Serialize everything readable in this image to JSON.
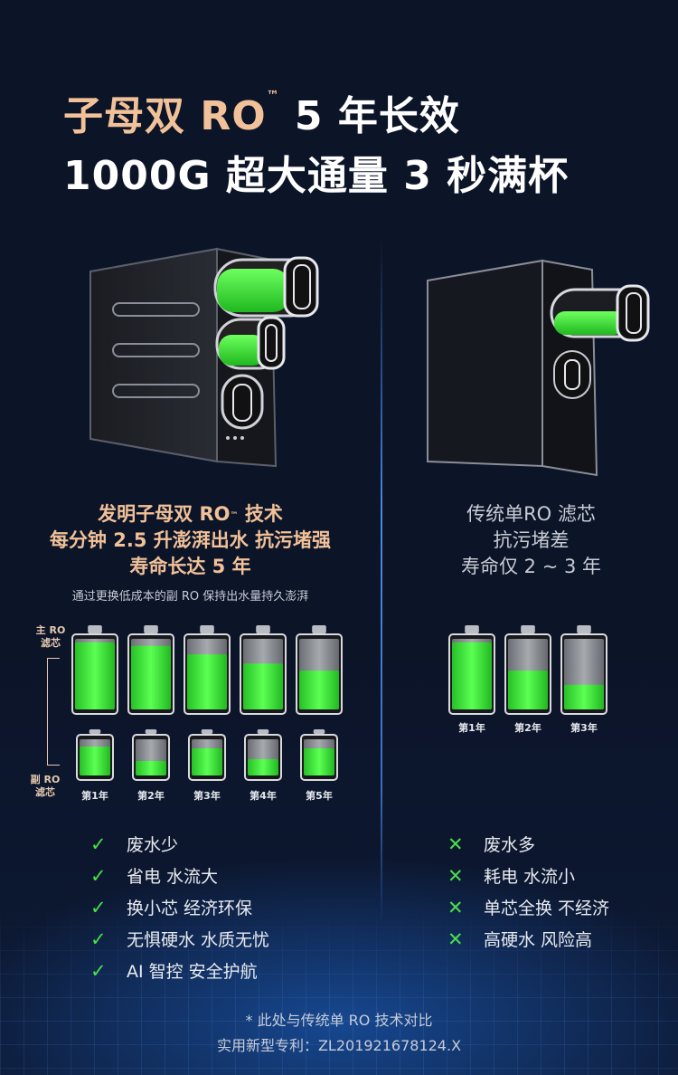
{
  "headline": {
    "line1_gold": "子母双 RO",
    "line1_tm": "™",
    "line1_rest": " 5 年长效",
    "line2": "1000G 超大通量 3 秒满杯"
  },
  "left": {
    "title_line1_a": "发明子母双 RO",
    "title_line1_tm": "™",
    "title_line1_b": " 技术",
    "title_line2": "每分钟 2.5 升澎湃出水 抗污堵强",
    "title_line3": "寿命长达 5 年",
    "note": "通过更换低成本的副 RO 保持出水量持久澎湃",
    "row_main_label": "主 RO 滤芯",
    "row_sub_label": "副 RO 滤芯",
    "years": [
      "第1年",
      "第2年",
      "第3年",
      "第4年",
      "第5年"
    ],
    "main_levels": [
      0.95,
      0.9,
      0.78,
      0.65,
      0.55
    ],
    "sub_levels": [
      0.8,
      0.4,
      0.75,
      0.45,
      0.75
    ],
    "features": [
      "废水少",
      "省电 水流大",
      "换小芯 经济环保",
      "无惧硬水 水质无忧",
      "AI 智控 安全护航"
    ],
    "feature_icon": "check-icon"
  },
  "right": {
    "title_line1": "传统单RO 滤芯",
    "title_line2": "抗污堵差",
    "title_line3": "寿命仅 2 ~ 3 年",
    "years": [
      "第1年",
      "第2年",
      "第3年"
    ],
    "levels": [
      0.95,
      0.55,
      0.35
    ],
    "features": [
      "废水多",
      "耗电 水流小",
      "单芯全换 不经济",
      "高硬水 风险高"
    ],
    "feature_icon": "cross-icon"
  },
  "footer": {
    "line1": "* 此处与传统单 RO 技术对比",
    "line2": "实用新型专利：ZL201921678124.X"
  },
  "colors": {
    "gold": "#f1c199",
    "green": "#3ee83a",
    "background": "#0c1427",
    "divider": "#4b8cff"
  }
}
